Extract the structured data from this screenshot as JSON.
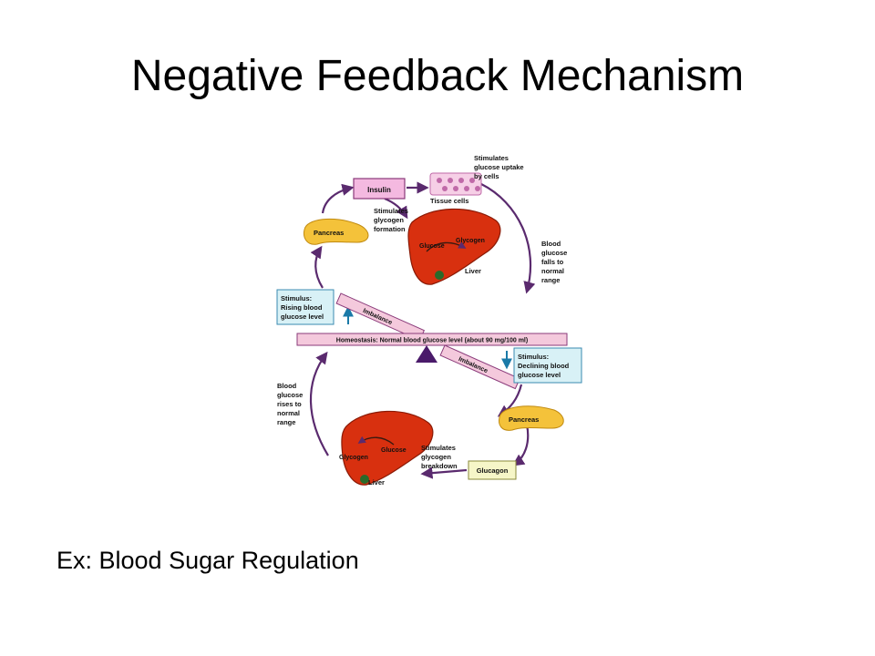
{
  "slide": {
    "title": "Negative Feedback Mechanism",
    "caption": "Ex: Blood Sugar Regulation"
  },
  "diagram": {
    "insulin": "Insulin",
    "tissue_cells": "Tissue cells",
    "uptake": [
      "Stimulates",
      "glucose uptake",
      "by cells"
    ],
    "glycogen_formation": [
      "Stimulates",
      "glycogen",
      "formation"
    ],
    "pancreas_top": "Pancreas",
    "pancreas_bottom": "Pancreas",
    "liver_top": {
      "glucose": "Glucose",
      "glycogen": "Glycogen",
      "liver": "Liver"
    },
    "liver_bottom": {
      "glycogen": "Glycogen",
      "glucose": "Glucose",
      "liver": "Liver"
    },
    "falls": [
      "Blood",
      "glucose",
      "falls to",
      "normal",
      "range"
    ],
    "stimulus_rising": [
      "Stimulus:",
      "Rising blood",
      "glucose level"
    ],
    "stimulus_declining": [
      "Stimulus:",
      "Declining blood",
      "glucose level"
    ],
    "imbalance_top": "Imbalance",
    "imbalance_bottom": "Imbalance",
    "homeostasis": "Homeostasis: Normal blood glucose level (about 90 mg/100 ml)",
    "rises": [
      "Blood",
      "glucose",
      "rises to",
      "normal",
      "range"
    ],
    "breakdown": [
      "Stimulates",
      "glycogen",
      "breakdown"
    ],
    "glucagon": "Glucagon"
  },
  "colors": {
    "cycle_arrow": "#5a2a6e",
    "insulin_box": "#f4b9e0",
    "stimulus_box": "#d8f1f6",
    "seesaw_beam": "#f4c9dc",
    "fulcrum": "#4a1a6a",
    "liver": "#d8300f",
    "pancreas": "#f4c23a",
    "glucagon_box": "#f6f6c8"
  }
}
